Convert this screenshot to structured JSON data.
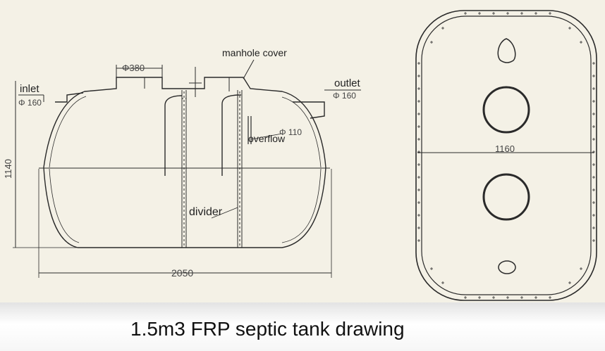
{
  "side_view": {
    "manhole_dim": "Φ380",
    "manhole_label": "manhole cover",
    "inlet_label": "inlet",
    "inlet_dim": "Φ 160",
    "outlet_label": "outlet",
    "outlet_dim": "Φ 160",
    "overflow_label": "overflow",
    "overflow_dim": "Φ 110",
    "divider_label": "divider",
    "height_dim": "1140",
    "length_dim": "2050"
  },
  "top_view": {
    "width_dim": "1160"
  },
  "caption": "1.5m3 FRP septic tank drawing",
  "colors": {
    "line": "#2a2a2a",
    "paper": "#f4f1e6"
  }
}
